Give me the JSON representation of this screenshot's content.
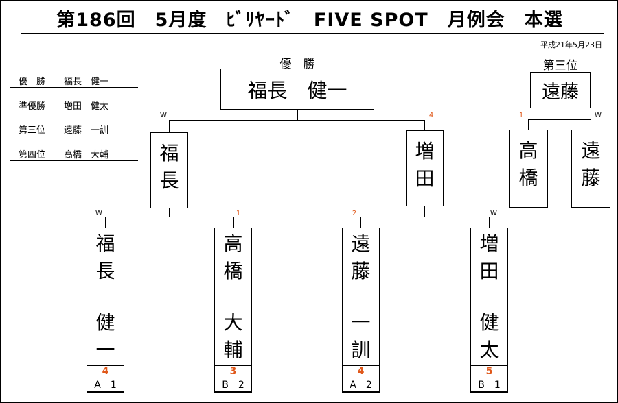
{
  "title": "第186回　5月度　ﾋﾞﾘﾔｰﾄﾞ　FIVE SPOT　月例会　本選",
  "date": "平成21年5月23日",
  "results": [
    {
      "rank": "優　勝",
      "name": "福長　健一"
    },
    {
      "rank": "準優勝",
      "name": "増田　健太"
    },
    {
      "rank": "第三位",
      "name": "遠藤　一訓"
    },
    {
      "rank": "第四位",
      "name": "高橋　大輔"
    }
  ],
  "champion": {
    "label": "優　勝",
    "name": "福長　健一"
  },
  "third_place": {
    "label": "第三位",
    "winner": "遠藤",
    "left": {
      "name": [
        "高",
        "橋"
      ],
      "marker": "1"
    },
    "right": {
      "name": [
        "遠",
        "藤"
      ],
      "marker": "W"
    }
  },
  "final": {
    "left": {
      "name": [
        "福",
        "長"
      ],
      "marker": "W"
    },
    "right": {
      "name": [
        "増",
        "田"
      ],
      "marker": "4"
    }
  },
  "players": [
    {
      "family": [
        "福",
        "長"
      ],
      "given": [
        "健",
        "一"
      ],
      "score": "4",
      "group": "A－1",
      "marker": "W"
    },
    {
      "family": [
        "高",
        "橋"
      ],
      "given": [
        "大",
        "輔"
      ],
      "score": "3",
      "group": "B－2",
      "marker": "1"
    },
    {
      "family": [
        "遠",
        "藤"
      ],
      "given": [
        "一",
        "訓"
      ],
      "score": "4",
      "group": "A－2",
      "marker": "2"
    },
    {
      "family": [
        "増",
        "田"
      ],
      "given": [
        "健",
        "太"
      ],
      "score": "5",
      "group": "B－1",
      "marker": "W"
    }
  ],
  "colors": {
    "score": "#e0581a",
    "marker_number": "#e0581a",
    "marker_win": "#000000",
    "line": "#000000"
  }
}
